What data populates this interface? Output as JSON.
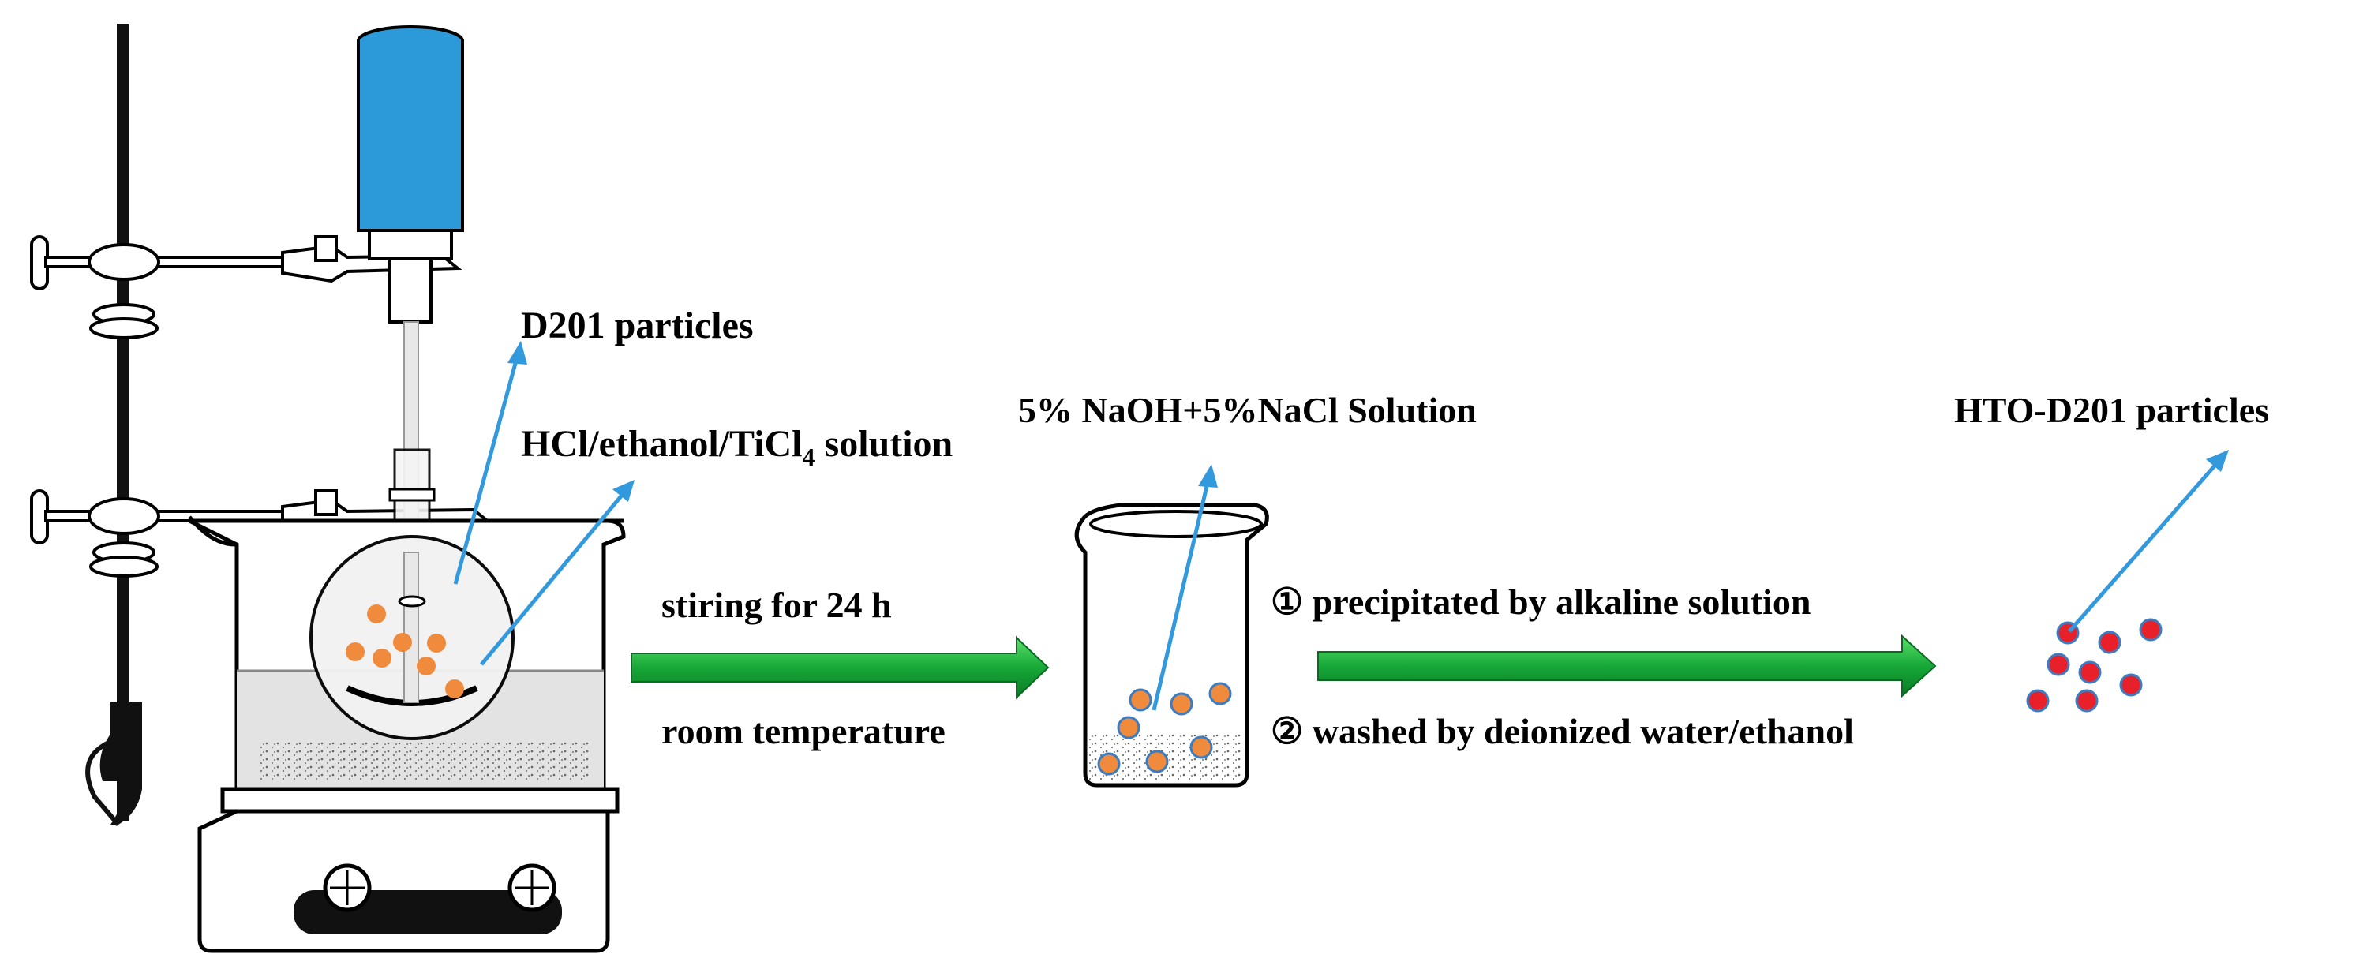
{
  "labels": {
    "d201": "D201 particles",
    "solution_main": "HCl/ethanol/TiCl",
    "solution_sub": "4",
    "solution_tail": " solution",
    "stirring": "stiring for 24 h",
    "room_temp": "room temperature",
    "naoh": "5% NaOH+5%NaCl Solution",
    "step1": "① precipitated by alkaline solution",
    "step2": "② washed by deionized water/ethanol",
    "hto": "HTO-D201 particles"
  },
  "colors": {
    "pointer": "#3399DD",
    "motor": "#2C9AD8",
    "orange_particle": "#F08A3C",
    "red_particle": "#E8202A",
    "arrow_green_light": "#33CC33",
    "arrow_green_dark": "#0A8A2A",
    "water": "#E3E3E3"
  },
  "icons": {
    "stirrer": "overhead-stirrer-apparatus-icon",
    "beaker": "beaker-icon",
    "flow_arrow": "green-arrow-icon"
  }
}
